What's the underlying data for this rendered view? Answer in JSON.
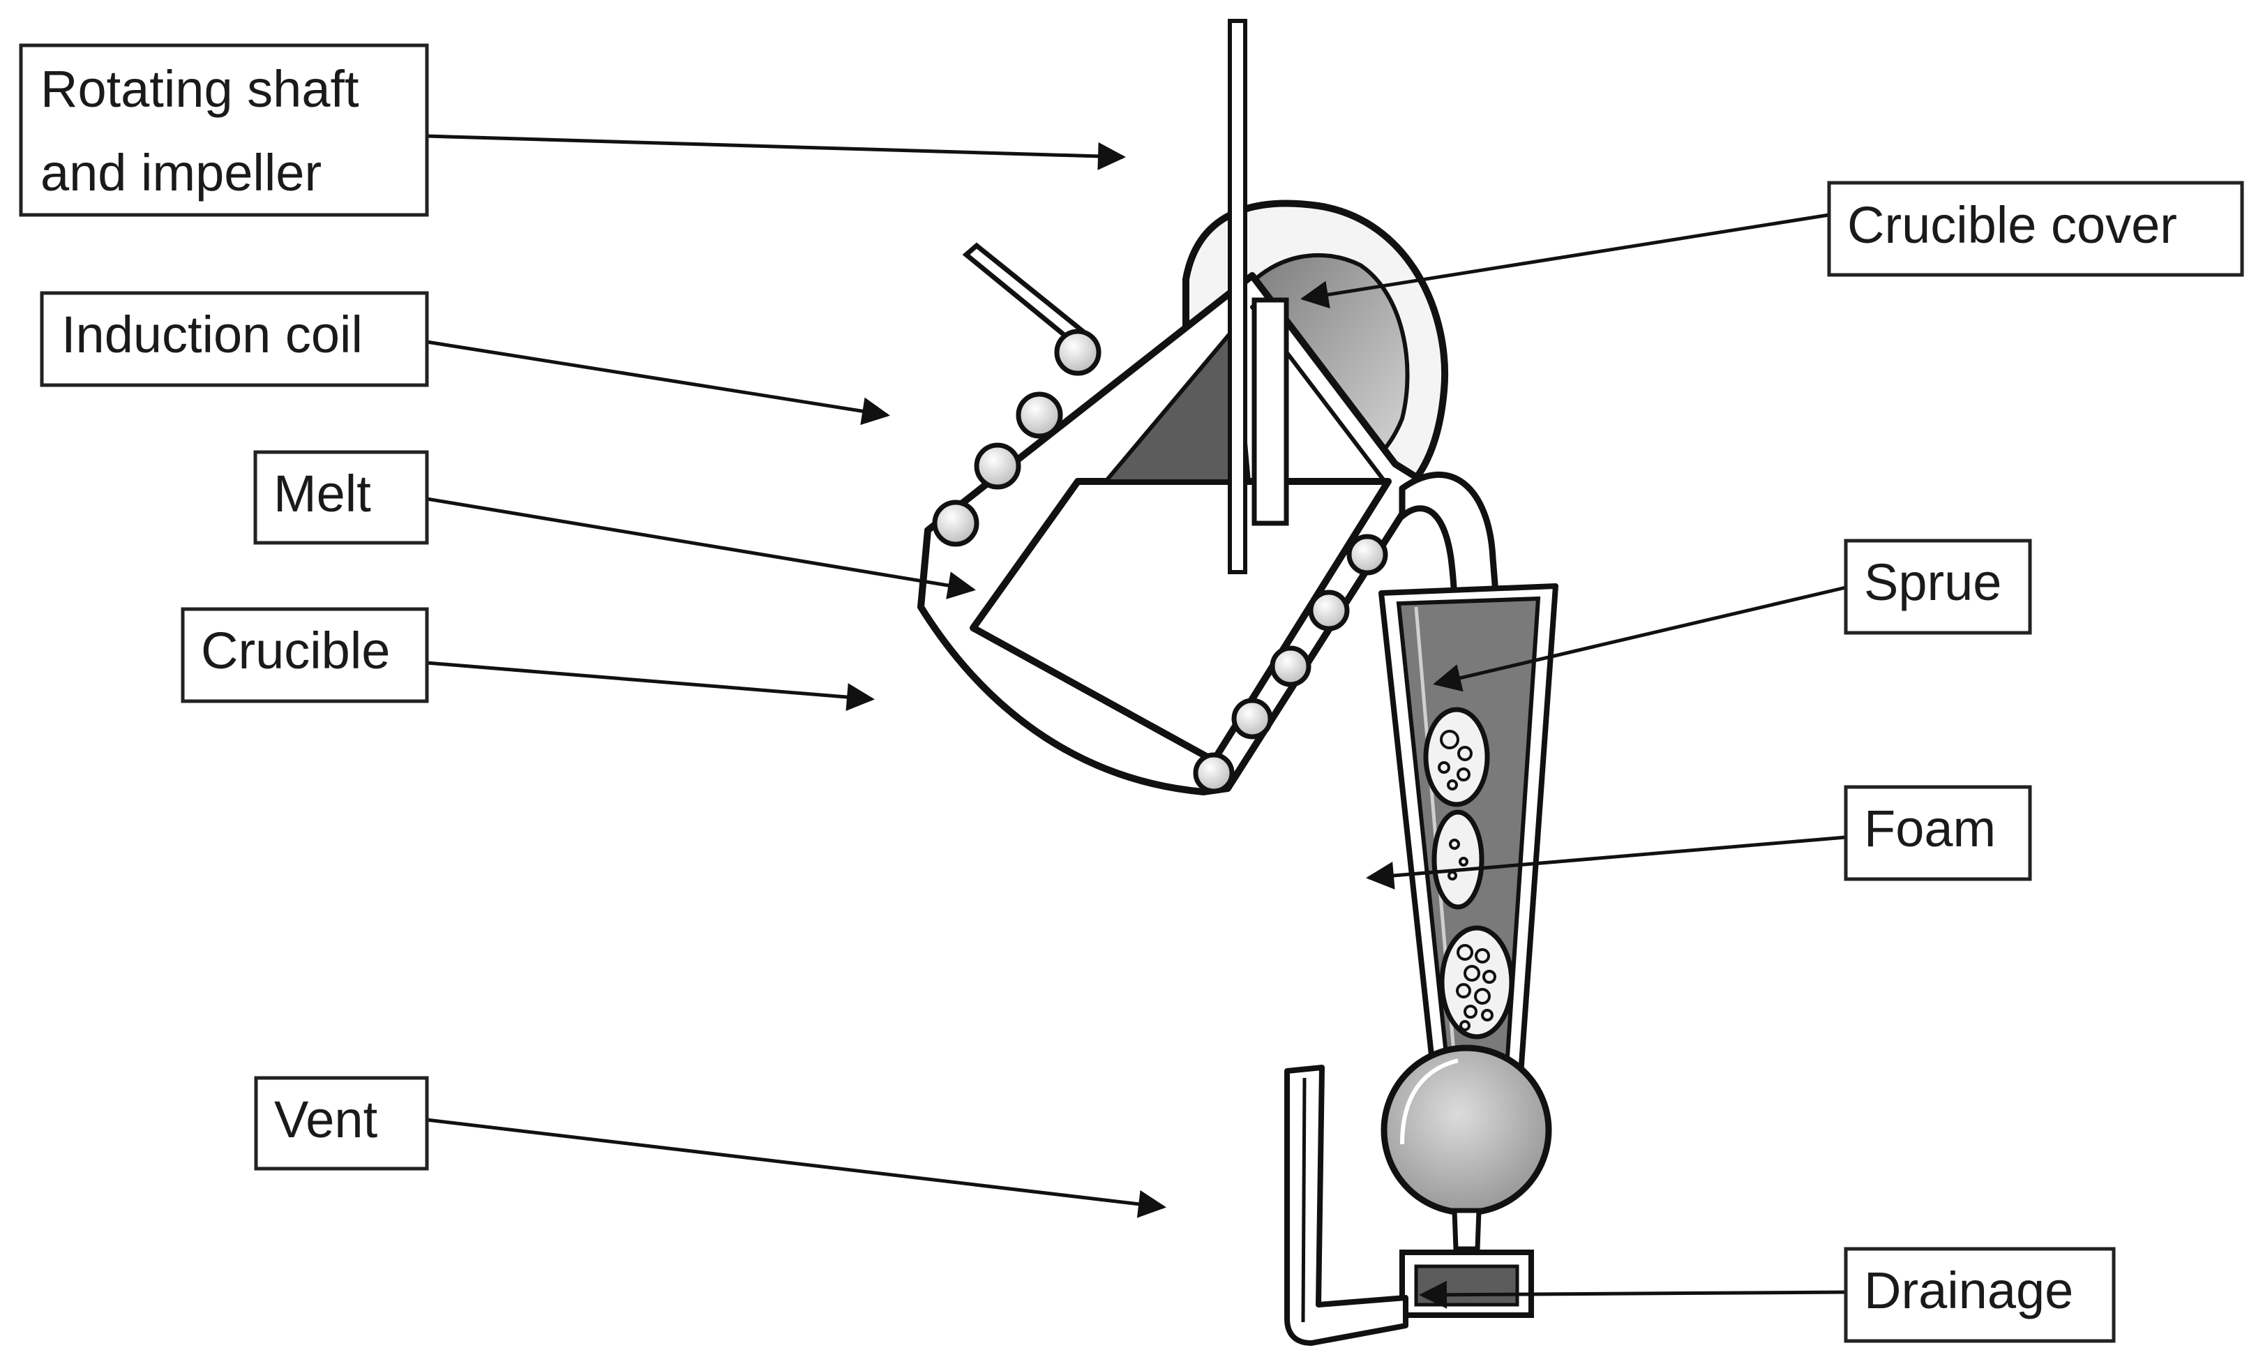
{
  "labels": {
    "shaft_line1": "Rotating shaft",
    "shaft_line2": "and impeller",
    "induction_coil": "Induction coil",
    "melt": "Melt",
    "crucible": "Crucible",
    "vent": "Vent",
    "crucible_cover": "Crucible cover",
    "sprue": "Sprue",
    "foam": "Foam",
    "drainage": "Drainage"
  },
  "colors": {
    "line": "#111111",
    "shade_dark": "#5c5c5c",
    "shade_mid": "#8a8a8a",
    "shade_light": "#c9c9c9",
    "background": "#ffffff"
  }
}
